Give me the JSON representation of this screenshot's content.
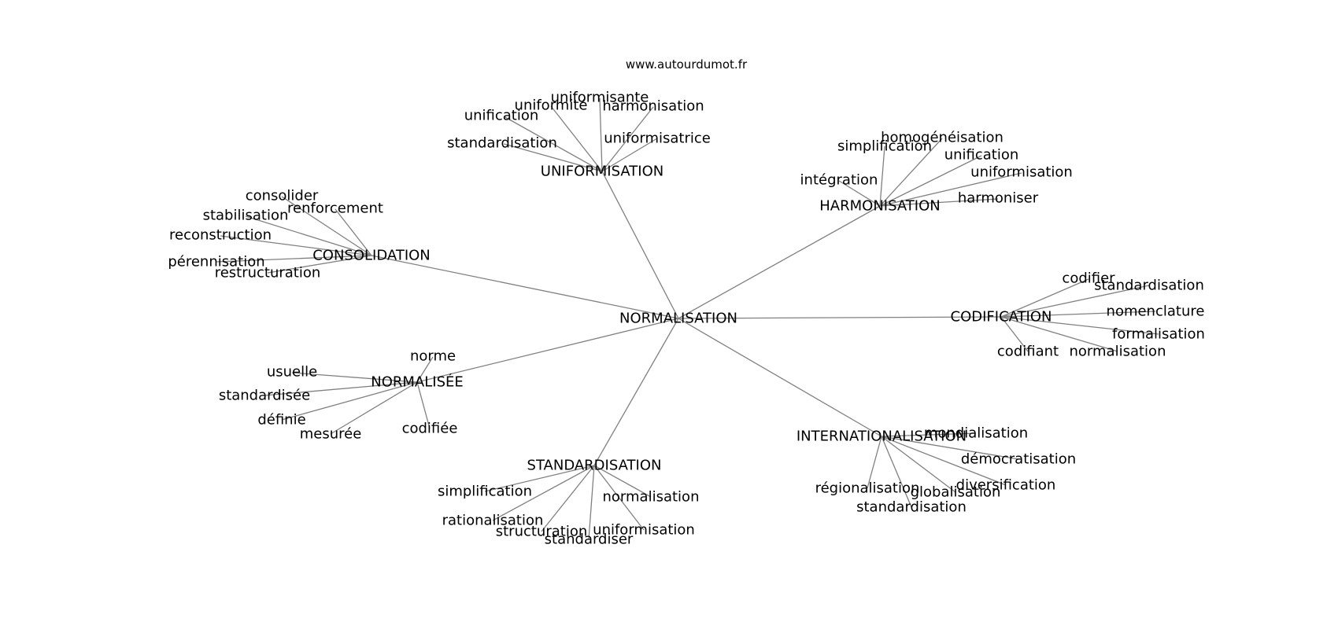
{
  "site": "www.autourdumot.fr",
  "center": "NORMALISATION",
  "clusters": [
    {
      "label": "UNIFORMISATION",
      "words": [
        "unification",
        "uniformité",
        "uniformisante",
        "harmonisation",
        "uniformisatrice",
        "standardisation"
      ]
    },
    {
      "label": "HARMONISATION",
      "words": [
        "simplification",
        "homogénéisation",
        "unification",
        "uniformisation",
        "intégration",
        "harmoniser"
      ]
    },
    {
      "label": "CONSOLIDATION",
      "words": [
        "consolider",
        "renforcement",
        "stabilisation",
        "reconstruction",
        "pérennisation",
        "restructuration"
      ]
    },
    {
      "label": "CODIFICATION",
      "words": [
        "codifier",
        "standardisation",
        "nomenclature",
        "formalisation",
        "codifiant",
        "normalisation"
      ]
    },
    {
      "label": "NORMALISÉE",
      "words": [
        "norme",
        "usuelle",
        "standardisée",
        "définie",
        "mesurée",
        "codifiée"
      ]
    },
    {
      "label": "INTERNATIONALISATION",
      "words": [
        "mondialisation",
        "démocratisation",
        "diversification",
        "globalisation",
        "régionalisation",
        "standardisation"
      ]
    },
    {
      "label": "STANDARDISATION",
      "words": [
        "simplification",
        "normalisation",
        "rationalisation",
        "uniformisation",
        "structuration",
        "standardiser"
      ]
    }
  ]
}
